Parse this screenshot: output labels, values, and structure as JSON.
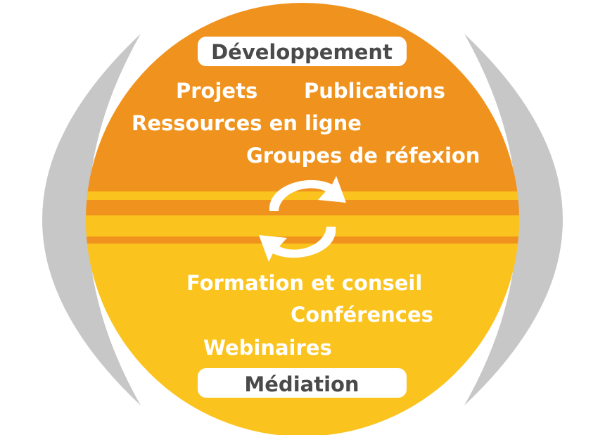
{
  "top_section": {
    "title": "Développement",
    "items": [
      "Projets",
      "Publications",
      "Ressources en ligne",
      "Groupes de réfexion"
    ]
  },
  "bottom_section": {
    "title": "Médiation",
    "items": [
      "Formation et conseil",
      "Conférences",
      "Webinaires"
    ]
  },
  "colors": {
    "top": "#f0931e",
    "bottom": "#fbc31d",
    "stripe_light": "#fbc31d",
    "stripe_dark": "#f0931e",
    "arc": "#c7c7c7",
    "pill": "#ffffff",
    "pill_text": "#4a4a4a",
    "label_text": "#ffffff"
  },
  "icons": [
    "cycle-arrows-icon"
  ]
}
